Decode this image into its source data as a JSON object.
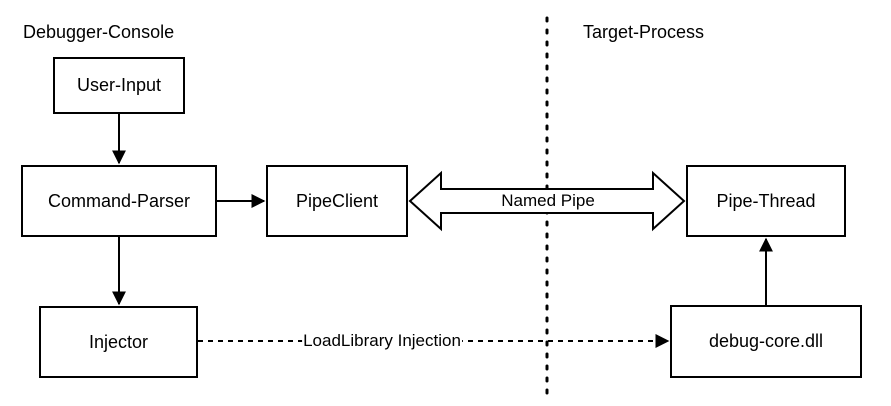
{
  "lanes": {
    "left": "Debugger-Console",
    "right": "Target-Process"
  },
  "nodes": {
    "user_input": "User-Input",
    "command_parser": "Command-Parser",
    "pipe_client": "PipeClient",
    "pipe_thread": "Pipe-Thread",
    "injector": "Injector",
    "debug_core": "debug-core.dll"
  },
  "edges": {
    "named_pipe": "Named Pipe",
    "loadlibrary": "LoadLibrary Injection"
  },
  "colors": {
    "stroke": "#000000",
    "background": "#ffffff"
  }
}
